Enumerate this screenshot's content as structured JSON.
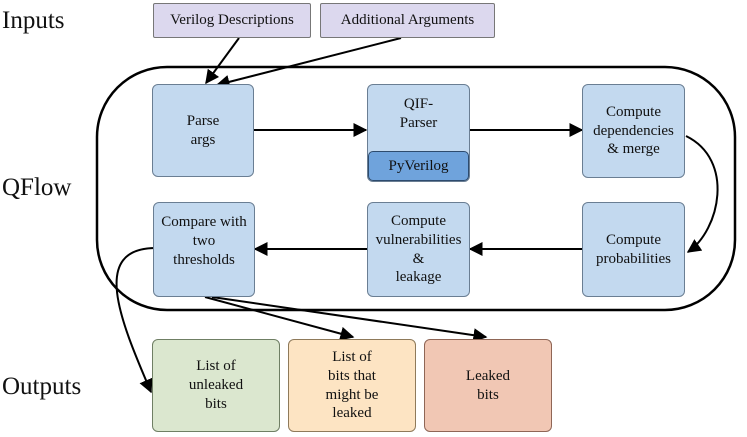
{
  "labels": {
    "inputs": "Inputs",
    "qflow": "QFlow",
    "outputs": "Outputs"
  },
  "inputs": {
    "verilog": "Verilog Descriptions",
    "args": "Additional Arguments"
  },
  "process": {
    "parse_args": "Parse\nargs",
    "qif_parser": "QIF-\nParser",
    "pyverilog": "PyVerilog",
    "dependencies": "Compute\ndependencies\n& merge",
    "probabilities": "Compute\nprobabilities",
    "vulnerabilities": "Compute\nvulnerabilities\n&\nleakage",
    "compare": "Compare with\ntwo\nthresholds"
  },
  "outputs": {
    "unleaked": "List of\nunleaked\nbits",
    "might_leak": "List of\nbits that\nmight be\nleaked",
    "leaked": "Leaked\nbits"
  },
  "colors": {
    "input_fill": "#dcd8ee",
    "process_fill": "#c3d9ef",
    "pyverilog_fill": "#6fa3dc",
    "unleaked_fill": "#dbe7cf",
    "might_leak_fill": "#fde4c3",
    "leaked_fill": "#f1c7b4"
  }
}
